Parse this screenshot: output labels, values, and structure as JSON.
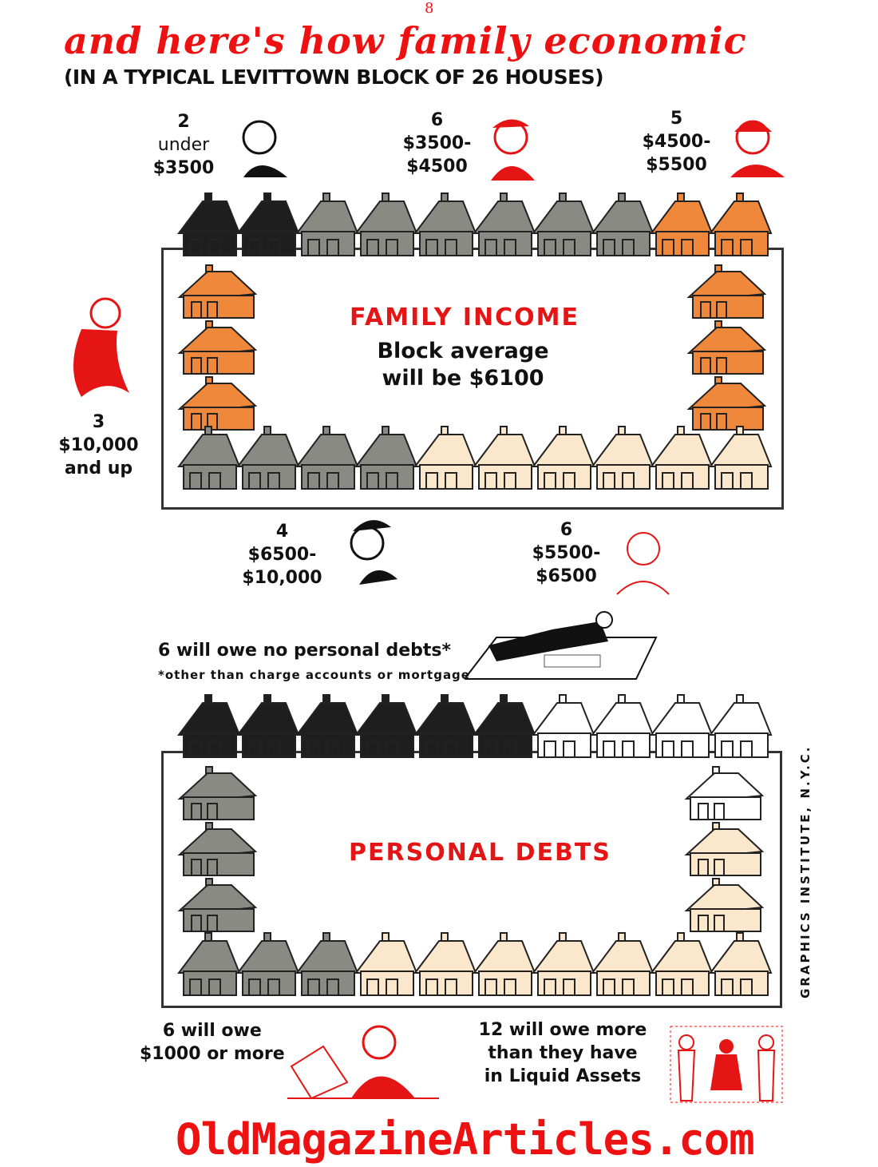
{
  "page_number": "8",
  "title": "and here's how family economic",
  "subtitle": "(IN A TYPICAL LEVITTOWN BLOCK OF 26 HOUSES)",
  "colors": {
    "red": "#ee1111",
    "black": "#1e1e1e",
    "gray": "#8a8a85",
    "orange": "#f0883c",
    "speckle": "#fbe7cc",
    "white": "#ffffff",
    "dark_gray": "#6f6f6b"
  },
  "income": {
    "heading": "FAMILY INCOME",
    "avg_line1": "Block average",
    "avg_line2": "will be $6100",
    "groups": [
      {
        "count": "2",
        "line1": "under",
        "line2": "$3500"
      },
      {
        "count": "6",
        "line1": "$3500-",
        "line2": "$4500"
      },
      {
        "count": "5",
        "line1": "$4500-",
        "line2": "$5500"
      },
      {
        "count": "3",
        "line1": "$10,000",
        "line2": "and up"
      },
      {
        "count": "4",
        "line1": "$6500-",
        "line2": "$10,000"
      },
      {
        "count": "6",
        "line1": "$5500-",
        "line2": "$6500"
      }
    ]
  },
  "debts": {
    "heading": "PERSONAL DEBTS",
    "no_debt": "6 will owe no personal debts*",
    "footnote": "*other than charge accounts or mortgage",
    "owe1000_line1": "6 will owe",
    "owe1000_line2": "$1000 or more",
    "more_line1": "12 will owe more",
    "more_line2": "than they have",
    "more_line3": "in Liquid Assets"
  },
  "credit": "GRAPHICS INSTITUTE, N.Y.C.",
  "watermark": "OldMagazineArticles.com"
}
